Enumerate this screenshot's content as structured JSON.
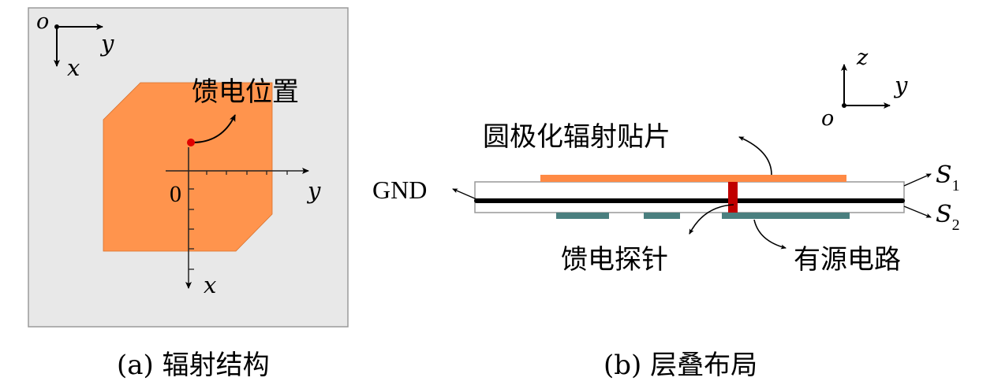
{
  "panel_a": {
    "caption": "(a) 辐射结构",
    "coord_origin": "o",
    "coord_y": "y",
    "coord_x": "x",
    "feed_label": "馈电位置",
    "axis_zero": "0",
    "axis_y": "y",
    "axis_x": "x",
    "colors": {
      "background": "#e8e8e8",
      "patch": "#ff944d",
      "feed_point": "#e00000"
    }
  },
  "panel_b": {
    "caption": "(b) 层叠布局",
    "coord_origin": "o",
    "coord_z": "z",
    "coord_y": "y",
    "patch_label": "圆极化辐射贴片",
    "gnd_label": "GND",
    "s1_label": "S",
    "s1_sub": "1",
    "s2_label": "S",
    "s2_sub": "2",
    "probe_label": "馈电探针",
    "circuit_label": "有源电路",
    "colors": {
      "patch": "#ff8a45",
      "probe": "#c00000",
      "circuit": "#4a7f7f",
      "gnd": "#000000",
      "substrate_border": "#999999"
    }
  }
}
